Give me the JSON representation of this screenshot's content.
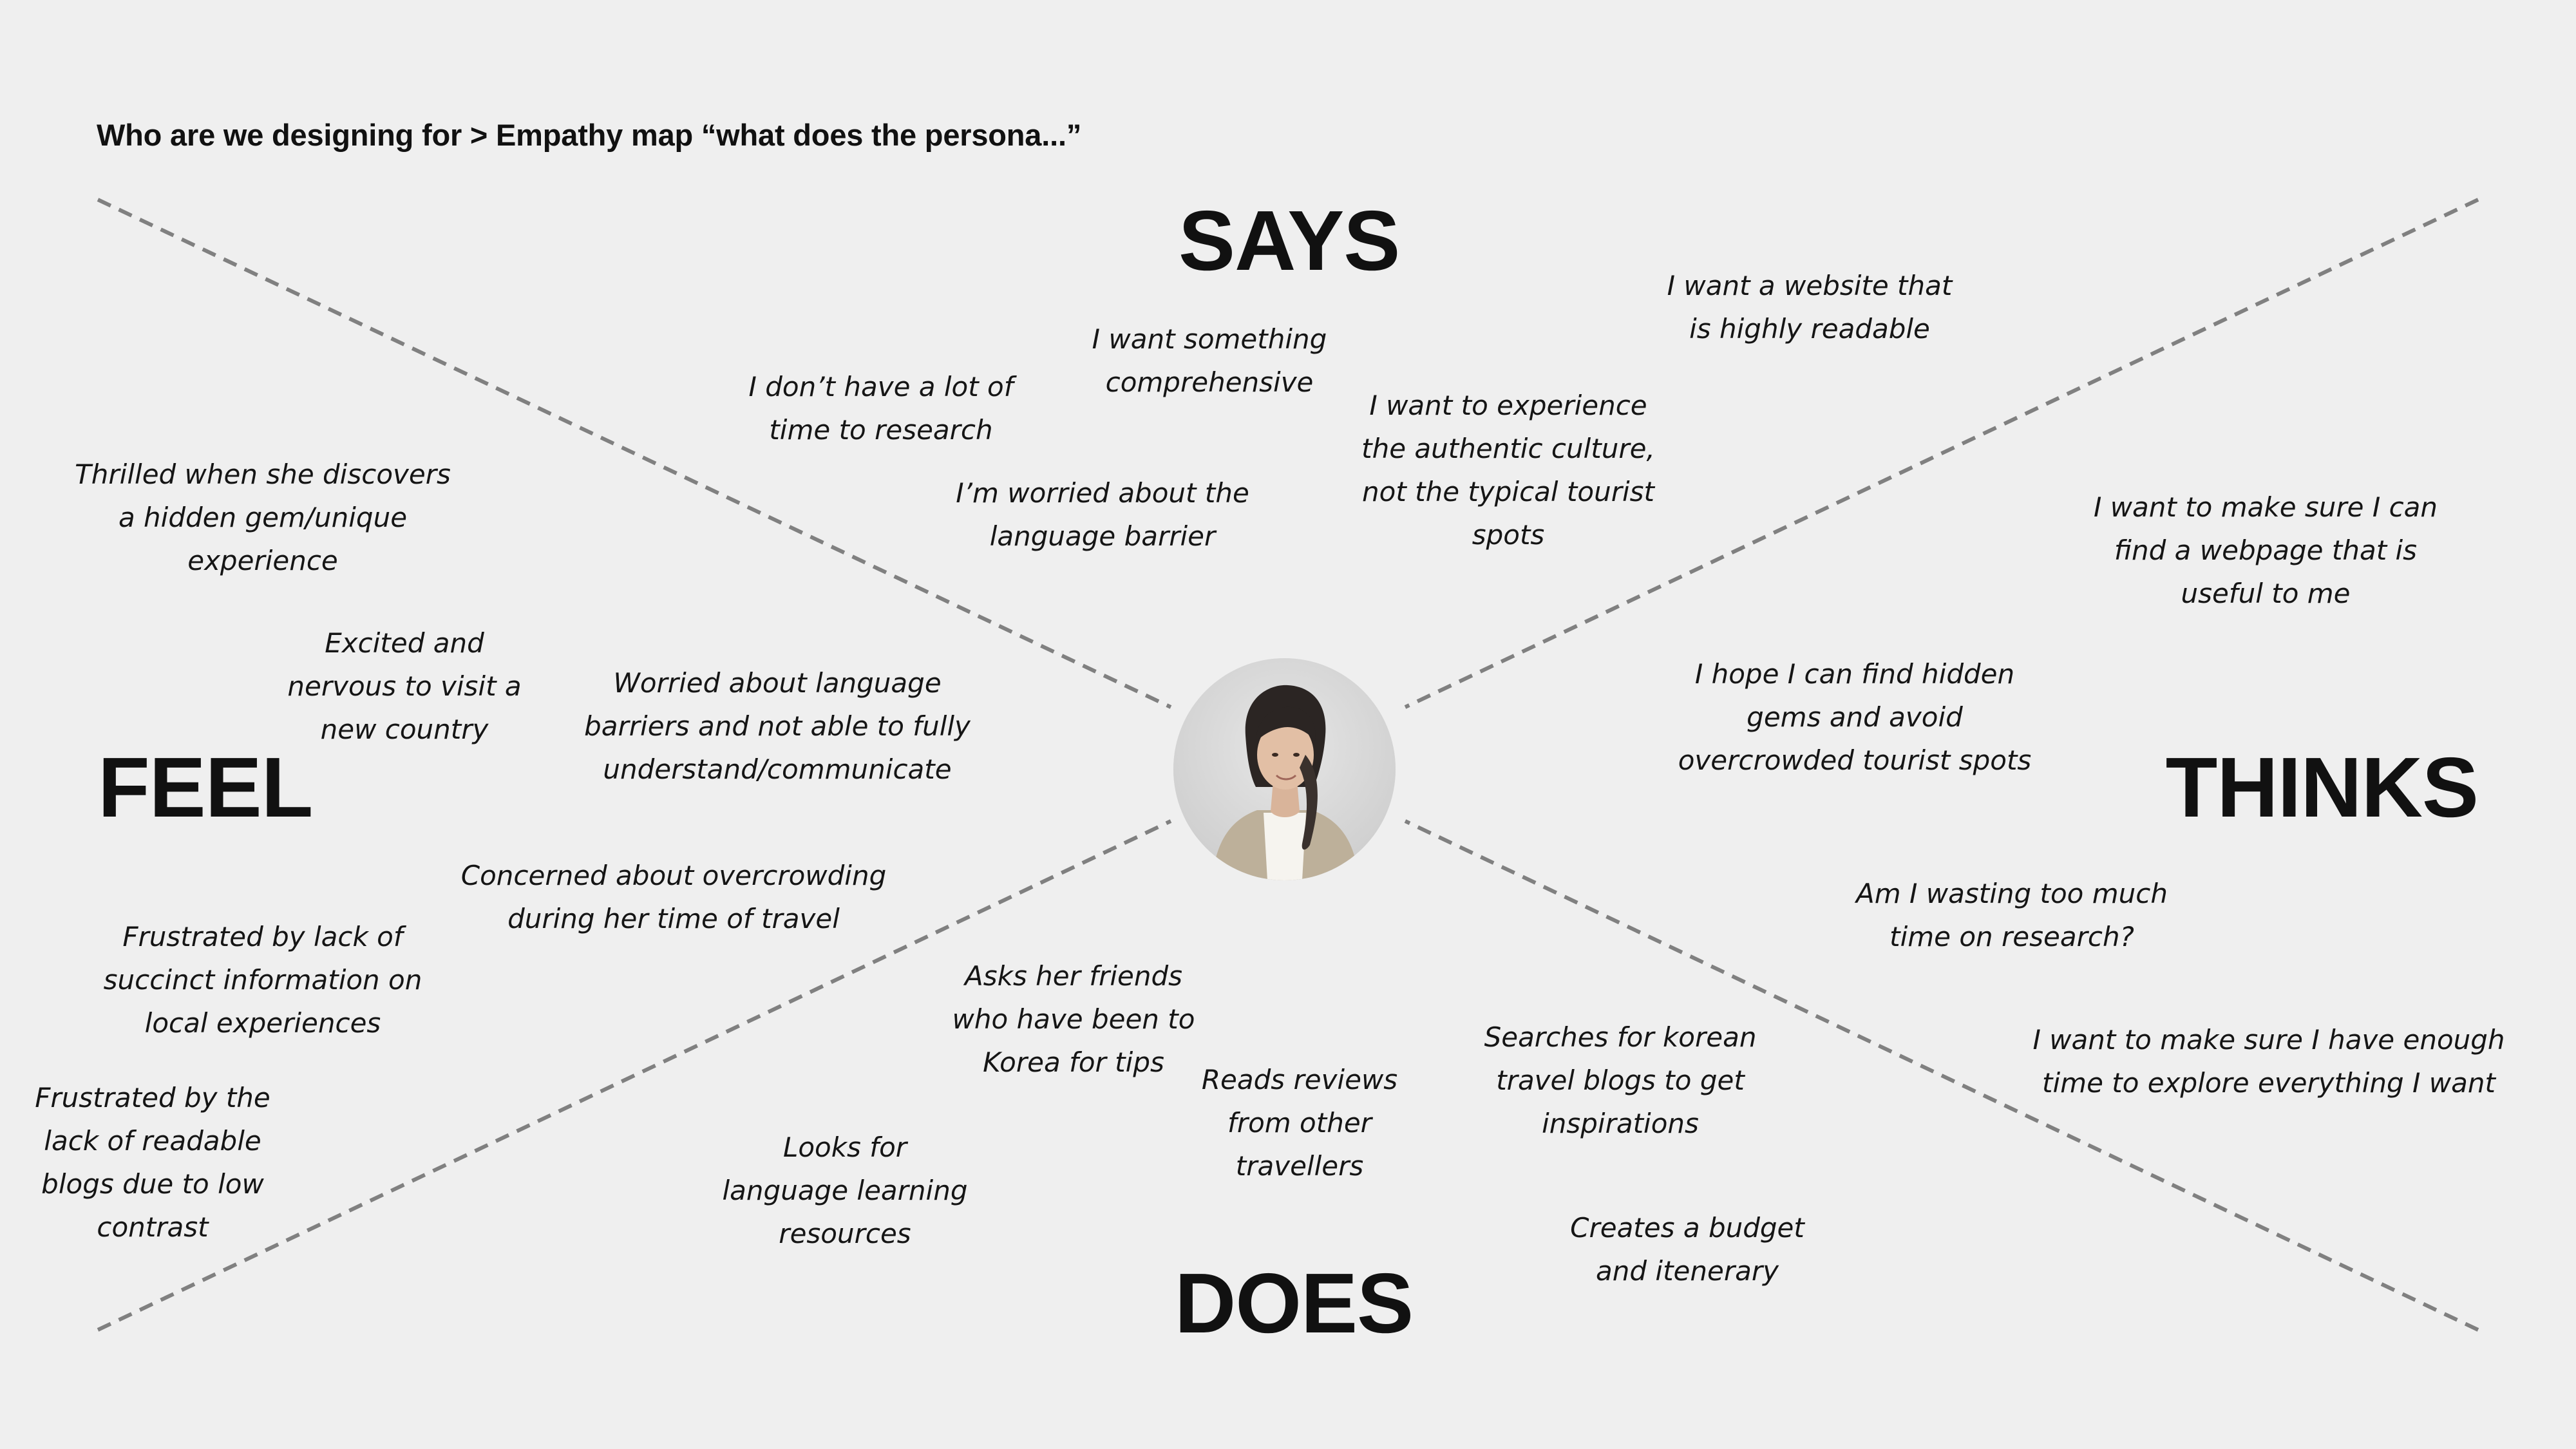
{
  "breadcrumb": "Who are we designing for > Empathy map “what does the persona...”",
  "quadrants": {
    "says": "SAYS",
    "feel": "FEEL",
    "thinks": "THINKS",
    "does": "DOES"
  },
  "colors": {
    "background": "#efefef",
    "divider": "#808080",
    "text": "#111111"
  },
  "persona": {
    "avatar_icon": "persona-portrait-photo"
  },
  "notes": {
    "says": [
      {
        "id": "lot-of-time",
        "lines": [
          "I don’t have a lot of",
          "time to research"
        ]
      },
      {
        "id": "comprehensive",
        "lines": [
          "I want something",
          "comprehensive"
        ]
      },
      {
        "id": "language-barrier",
        "lines": [
          "I’m worried about the",
          "language barrier"
        ]
      },
      {
        "id": "authentic-culture",
        "lines": [
          "I want to experience",
          "the authentic culture,",
          "not the typical tourist",
          "spots"
        ]
      },
      {
        "id": "readable-website",
        "lines": [
          "I want a website that",
          "is highly readable"
        ]
      }
    ],
    "feel": [
      {
        "id": "thrilled",
        "lines": [
          "Thrilled when she discovers",
          "a hidden gem/unique",
          "experience"
        ]
      },
      {
        "id": "excited-nervous",
        "lines": [
          "Excited and",
          "nervous to visit a",
          "new country"
        ]
      },
      {
        "id": "worried-language",
        "lines": [
          "Worried about language",
          "barriers and not able to fully",
          "understand/communicate"
        ]
      },
      {
        "id": "overcrowding",
        "lines": [
          "Concerned about overcrowding",
          "during her time of travel"
        ]
      },
      {
        "id": "frustrated-succinct",
        "lines": [
          "Frustrated by lack of",
          "succinct information on",
          "local experiences"
        ]
      },
      {
        "id": "frustrated-readable",
        "lines": [
          "Frustrated by the",
          "lack of readable",
          "blogs due to low",
          "contrast"
        ]
      }
    ],
    "thinks": [
      {
        "id": "useful-webpage",
        "lines": [
          "I want to make sure I can",
          "find a webpage that is",
          "useful to me"
        ]
      },
      {
        "id": "hidden-gems",
        "lines": [
          "I hope I can find hidden",
          "gems and avoid",
          "overcrowded tourist spots"
        ]
      },
      {
        "id": "wasting-time",
        "lines": [
          "Am I wasting too much",
          "time on research?"
        ]
      },
      {
        "id": "enough-time",
        "lines": [
          "I want to make sure I have enough",
          "time to explore everything I want"
        ]
      }
    ],
    "does": [
      {
        "id": "asks-friends",
        "lines": [
          "Asks her friends",
          "who have been to",
          "Korea for tips"
        ]
      },
      {
        "id": "reads-reviews",
        "lines": [
          "Reads reviews",
          "from other",
          "travellers"
        ]
      },
      {
        "id": "searches-blogs",
        "lines": [
          "Searches for korean",
          "travel blogs to get",
          "inspirations"
        ]
      },
      {
        "id": "language-resources",
        "lines": [
          "Looks for",
          "language learning",
          "resources"
        ]
      },
      {
        "id": "budget",
        "lines": [
          "Creates a budget",
          "and itenerary"
        ]
      }
    ]
  }
}
